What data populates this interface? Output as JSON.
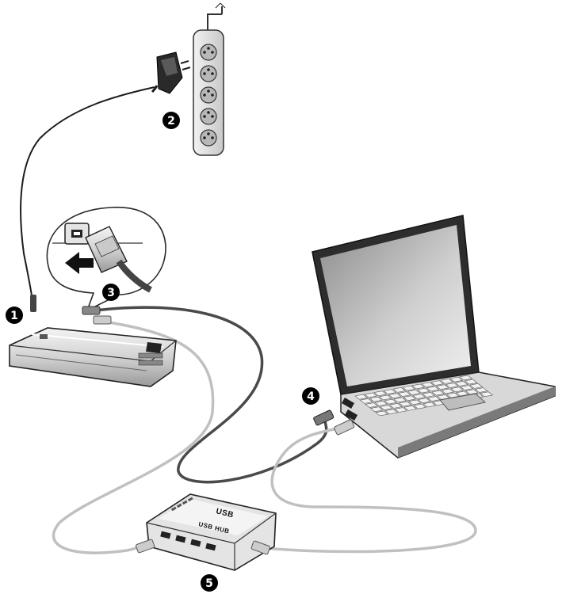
{
  "steps": [
    {
      "label": "1",
      "target": "scanner"
    },
    {
      "label": "2",
      "target": "power-strip"
    },
    {
      "label": "3",
      "target": "usb-b-connector"
    },
    {
      "label": "4",
      "target": "laptop-usb-port"
    },
    {
      "label": "5",
      "target": "usb-hub"
    }
  ],
  "hub": {
    "logo_text": "USB",
    "product_text": "USB HUB"
  },
  "colors": {
    "cable_dark": "#3a3a3a",
    "cable_light": "#b5b5b5",
    "outline": "#222222",
    "metal_light": "#e6e6e6",
    "metal_mid": "#bdbdbd",
    "badge": "#000000"
  }
}
